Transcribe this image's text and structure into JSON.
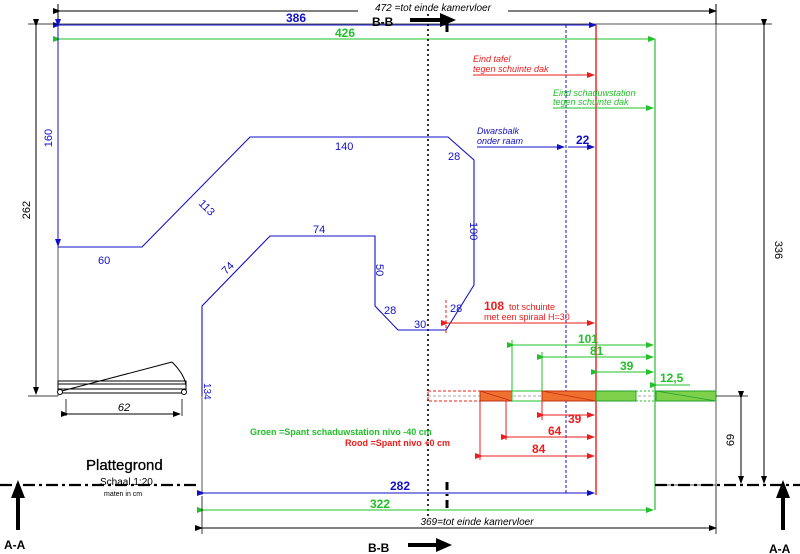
{
  "colors": {
    "blue": "#1010c8",
    "green": "#22c02a",
    "red": "#ee1c1c",
    "black": "#000000",
    "grey": "#555555",
    "orange": "#f07030",
    "lime": "#7ed04a"
  },
  "top": {
    "total_label": "472 =tot einde kamervloer",
    "blue_dim": "386",
    "green_dim": "426",
    "section_bb": "B-B"
  },
  "left": {
    "dim_262": "262",
    "dim_160": "160",
    "dim_62": "62",
    "dim_134": "134"
  },
  "right": {
    "dim_336": "336",
    "dim_69": "69",
    "section_aa": "A-A"
  },
  "table_outline": {
    "seg_60": "60",
    "seg_113": "113",
    "seg_140": "140",
    "seg_28a": "28",
    "seg_100": "100",
    "seg_28b": "28",
    "seg_30": "30",
    "seg_28c": "28",
    "seg_50": "50",
    "seg_74a": "74",
    "seg_74b": "74"
  },
  "notes": {
    "eind_tafel_1": "Eind tafel",
    "eind_tafel_2": "tegen schuinte dak",
    "eind_schaduw_1": "Eind schaduwstation",
    "eind_schaduw_2": "tegen schuinte dak",
    "dwarsbalk_1": "Dwarsbalk",
    "dwarsbalk_2": "onder raam",
    "dim_22": "22",
    "dim_108": "108",
    "schuinte_1": "tot schuinte",
    "schuinte_2": "met een spiraal H=30"
  },
  "right_dims": {
    "d101": "101",
    "d81": "81",
    "d39g": "39",
    "d12_5": "12,5",
    "d39r": "39",
    "d64": "64",
    "d84": "84"
  },
  "legend": {
    "groen": "Groen =Spant schaduwstation nivo -40 cm",
    "rood": "Rood =Spant nivo +0 cm"
  },
  "title_block": {
    "title": "Plattegrond",
    "scale": "Schaal 1:20",
    "units": "maten in cm"
  },
  "bottom": {
    "blue_dim": "282",
    "green_dim": "322",
    "total_label": "369=tot einde kamervloer",
    "section_bb": "B-B"
  }
}
